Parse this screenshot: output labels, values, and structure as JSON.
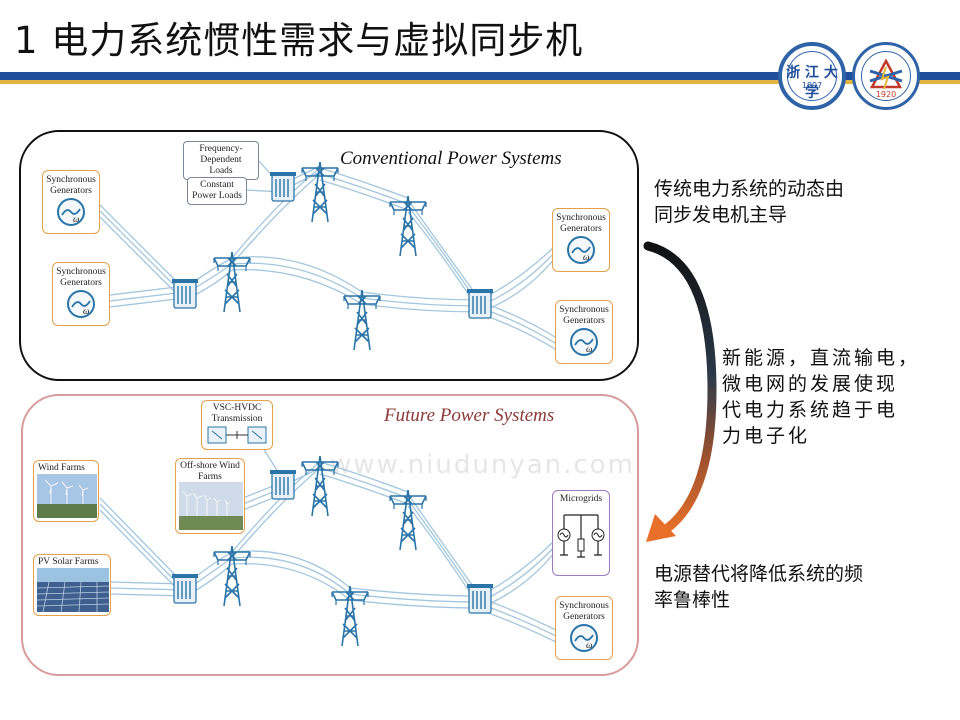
{
  "slide": {
    "title": "1 电力系统惯性需求与虚拟同步机"
  },
  "logos": {
    "zju_script": "浙 江 大 学",
    "zju_year": "1897",
    "ee_year": "1920"
  },
  "conventional": {
    "title": "Conventional Power Systems",
    "nodes": {
      "gen_left_top": "Synchronous Generators",
      "gen_left_bottom": "Synchronous Generators",
      "gen_right_top": "Synchronous Generators",
      "gen_right_bottom": "Synchronous Generators",
      "load_freq": "Frequency-Dependent Loads",
      "load_const": "Constant Power Loads"
    }
  },
  "future": {
    "title": "Future Power Systems",
    "nodes": {
      "wind": "Wind Farms",
      "offshore": "Off-shore Wind Farms",
      "pv": "PV Solar Farms",
      "vsc": "VSC-HVDC Transmission",
      "microgrids": "Microgrids",
      "gen_right": "Synchronous Generators"
    }
  },
  "annotations": {
    "a1_line1": "传统电力系统的动态由",
    "a1_line2": "同步发电机主导",
    "a2_line1": "新能源，直流输电，",
    "a2_line2": "微电网的发展使现",
    "a2_line3": "代电力系统趋于电",
    "a2_line4": "力电子化",
    "a3_line1": "电源替代将降低系统的频",
    "a3_line2": "率鲁棒性"
  },
  "gen_symbol": "ω",
  "watermark": "www.niudunyan.com",
  "colors": {
    "header_blue": "#1f4e9a",
    "header_gold": "#e1b640",
    "gen_border": "#e3a04a",
    "future_border": "#d79c9c",
    "future_title": "#8b3a3a",
    "line_blue": "#9ec4dc",
    "tower_blue": "#2a74a8"
  }
}
